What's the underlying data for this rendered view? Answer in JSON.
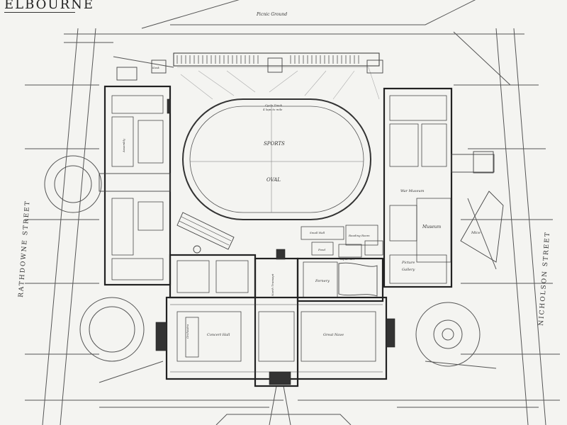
{
  "title": "ELBOURNE",
  "streets": {
    "west": "RATHDOWNE STREET",
    "east": "NICHOLSON STREET"
  },
  "grounds": {
    "picnic_ground": "Picnic Ground"
  },
  "oval": {
    "sports": "SPORTS",
    "oval": "OVAL",
    "track": "Cycle Track",
    "track_note": "4 laps to mile"
  },
  "buildings": {
    "war_museum": "War Museum",
    "museum": "Museum",
    "picture_gallery_1": "Picture",
    "picture_gallery_2": "Gallery",
    "concert_hall": "Concert Hall",
    "orchestra": "Orchestra",
    "great_nave": "Great Nave",
    "fernery": "Fernery",
    "north_transept": "North Transept",
    "aquarium": "Aquarium",
    "pond": "Pond",
    "mtce": "Mtce",
    "assembly": "Assembly",
    "kiosk": "Kiosk",
    "small_hall": "Small Hall",
    "reading_room": "Reading Room"
  },
  "colors": {
    "paper": "#f4f4f1",
    "ink": "#222222"
  }
}
